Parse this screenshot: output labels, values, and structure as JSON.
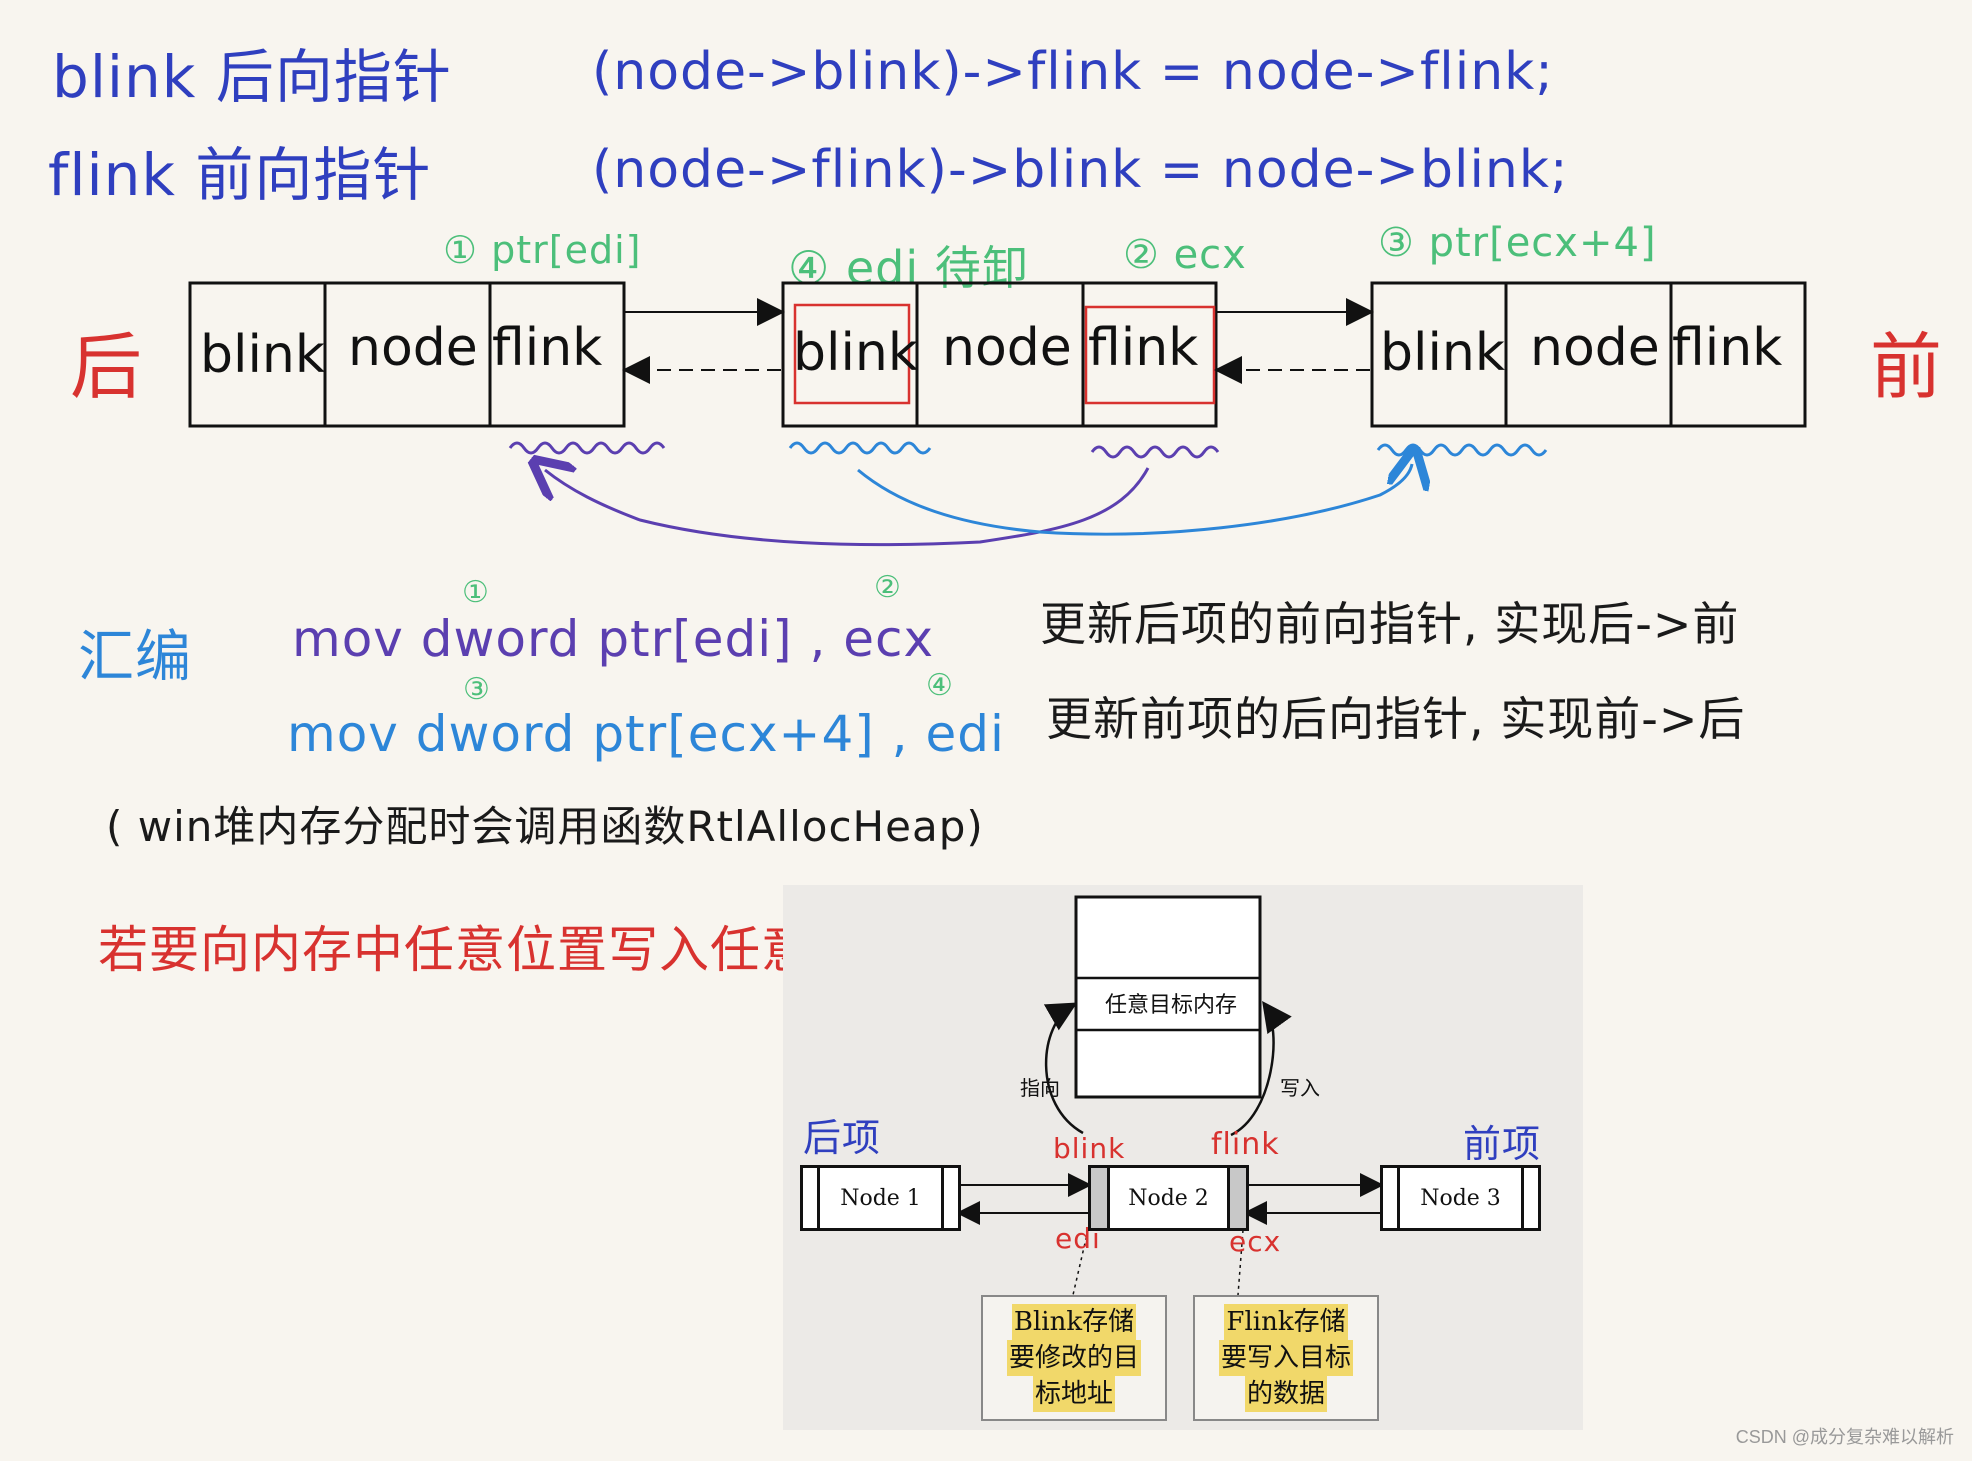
{
  "legend": {
    "blink_def": "blink 后向指针",
    "flink_def": "flink 前向指针"
  },
  "formulas": {
    "line1": "(node->blink)->flink = node->flink;",
    "line2": "(node->flink)->blink = node->blink;"
  },
  "annotations": {
    "ptr_edi": "① ptr[edi]",
    "edi_unload": "④ edi 待卸",
    "ecx": "② ecx",
    "ptr_ecx4": "③ ptr[ecx+4]"
  },
  "side_labels": {
    "back": "后",
    "front": "前"
  },
  "nodes": [
    {
      "cells": [
        "blink",
        "node",
        "flink"
      ]
    },
    {
      "cells": [
        "blink",
        "node",
        "flink"
      ]
    },
    {
      "cells": [
        "blink",
        "node",
        "flink"
      ]
    }
  ],
  "asm": {
    "label": "汇编",
    "line1": "mov dword ptr[edi] , ecx",
    "line1_marks": [
      "①",
      "②"
    ],
    "line2": "mov dword ptr[ecx+4] , edi",
    "line2_marks": [
      "③",
      "④"
    ],
    "note1": "更新后项的前向指针, 实现后->前",
    "note2": "更新前项的后向指针, 实现前->后"
  },
  "win_note": "( win堆内存分配时会调用函数RtlAllocHeap)",
  "arbitrary_write": "若要向内存中任意位置写入任意数据",
  "figure": {
    "target_mem": "任意目标内存",
    "points_to": "指向",
    "writes": "写入",
    "back_item": "后项",
    "front_item": "前项",
    "node1": "Node 1",
    "node2": "Node 2",
    "node3": "Node 3",
    "blink": "blink",
    "flink": "flink",
    "edi": "edi",
    "ecx": "ecx",
    "note_blink": [
      "Blink存储",
      "要修改的目",
      "标地址"
    ],
    "note_flink": [
      "Flink存储",
      "要写入目标",
      "的数据"
    ]
  },
  "watermark": "CSDN @成分复杂难以解析",
  "colors": {
    "ink_blue": "#2f3fbf",
    "purple": "#5b3fb0",
    "light_blue": "#2d86d8",
    "green": "#4cbf7a",
    "red": "#d8322f"
  }
}
